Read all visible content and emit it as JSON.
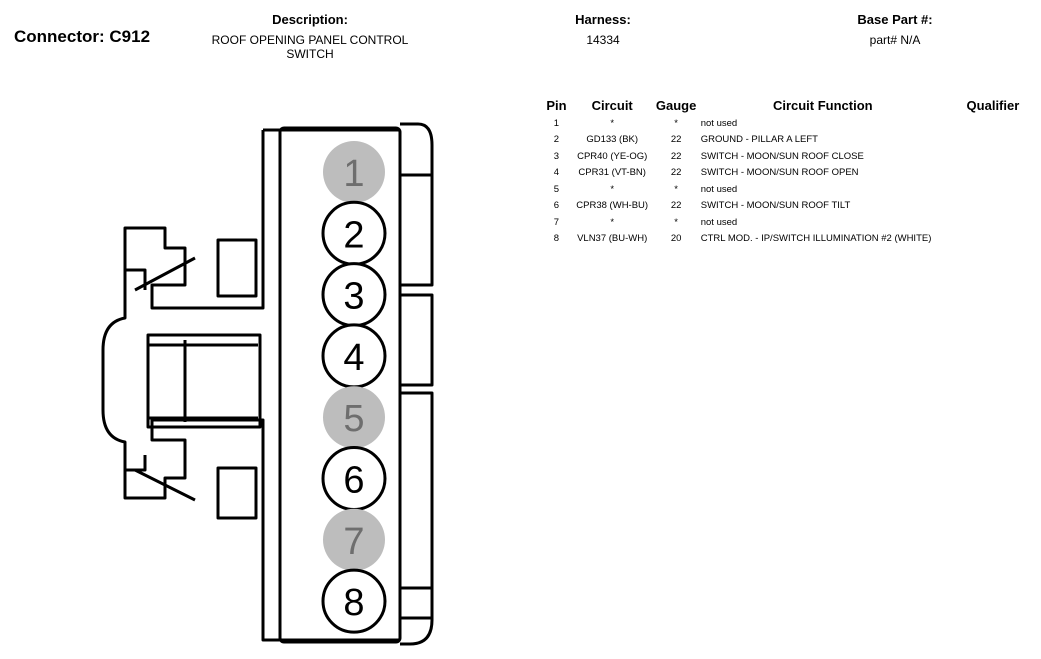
{
  "connector": {
    "title": "Connector: C912"
  },
  "description": {
    "label": "Description:",
    "line1": "ROOF OPENING PANEL CONTROL",
    "line2": "SWITCH"
  },
  "harness": {
    "label": "Harness:",
    "value": "14334"
  },
  "base_part": {
    "label": "Base Part #:",
    "value": "part# N/A"
  },
  "table": {
    "headers": {
      "pin": "Pin",
      "circuit": "Circuit",
      "gauge": "Gauge",
      "function": "Circuit Function",
      "qualifier": "Qualifier"
    },
    "rows": [
      {
        "pin": "1",
        "circuit": "*",
        "gauge": "*",
        "function": "not used"
      },
      {
        "pin": "2",
        "circuit": "GD133 (BK)",
        "gauge": "22",
        "function": "GROUND - PILLAR A LEFT"
      },
      {
        "pin": "3",
        "circuit": "CPR40 (YE-OG)",
        "gauge": "22",
        "function": "SWITCH - MOON/SUN ROOF CLOSE"
      },
      {
        "pin": "4",
        "circuit": "CPR31 (VT-BN)",
        "gauge": "22",
        "function": "SWITCH - MOON/SUN ROOF OPEN"
      },
      {
        "pin": "5",
        "circuit": "*",
        "gauge": "*",
        "function": "not used"
      },
      {
        "pin": "6",
        "circuit": "CPR38 (WH-BU)",
        "gauge": "22",
        "function": "SWITCH - MOON/SUN ROOF TILT"
      },
      {
        "pin": "7",
        "circuit": "*",
        "gauge": "*",
        "function": "not used"
      },
      {
        "pin": "8",
        "circuit": "VLN37 (BU-WH)",
        "gauge": "20",
        "function": "CTRL MOD. - IP/SWITCH ILLUMINATION #2 (WHITE)"
      }
    ]
  },
  "diagram": {
    "pins": [
      {
        "label": "1",
        "used": false
      },
      {
        "label": "2",
        "used": true
      },
      {
        "label": "3",
        "used": true
      },
      {
        "label": "4",
        "used": true
      },
      {
        "label": "5",
        "used": false
      },
      {
        "label": "6",
        "used": true
      },
      {
        "label": "7",
        "used": false
      },
      {
        "label": "8",
        "used": true
      }
    ],
    "colors": {
      "unused_fill": "#bdbdbd",
      "unused_text": "#6e6e6e",
      "used_fill": "#ffffff",
      "used_text": "#000000",
      "stroke": "#000000"
    }
  }
}
